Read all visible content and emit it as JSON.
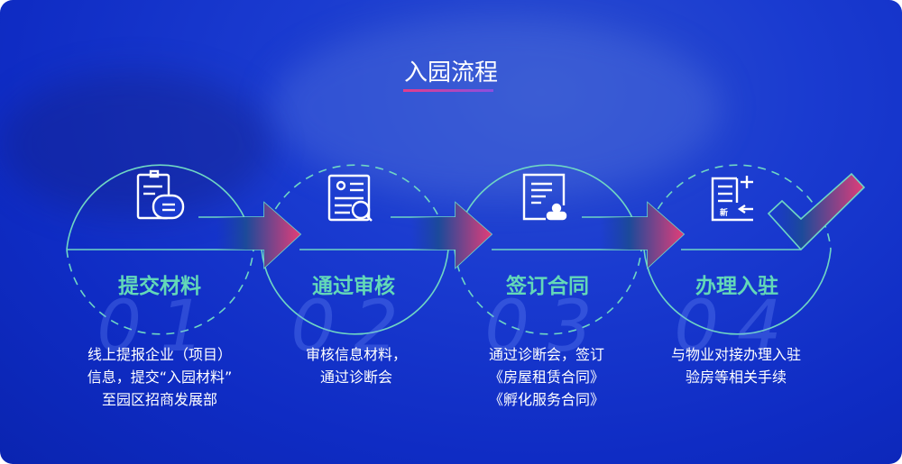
{
  "title": "入园流程",
  "steps": [
    {
      "title": "提交材料",
      "number": "01",
      "desc": [
        "线上提报企业（项目）",
        "信息，提交“入园材料”",
        "至园区招商发展部"
      ],
      "icon": "clipboard-chat-icon"
    },
    {
      "title": "通过审核",
      "number": "02",
      "desc": [
        "审核信息材料，",
        "通过诊断会"
      ],
      "icon": "document-search-icon"
    },
    {
      "title": "签订合同",
      "number": "03",
      "desc": [
        "通过诊断会，签订",
        "《房屋租赁合同》",
        "《孵化服务合同》"
      ],
      "icon": "contract-stamp-icon"
    },
    {
      "title": "办理入驻",
      "number": "04",
      "desc": [
        "与物业对接办理入驻",
        "验房等相关手续"
      ],
      "icon": "new-document-icon"
    }
  ],
  "colors": {
    "accent": "#63d8b8",
    "arrow_start": "#1b3fa8",
    "arrow_end": "#e23d78",
    "background": "#1433c4"
  }
}
